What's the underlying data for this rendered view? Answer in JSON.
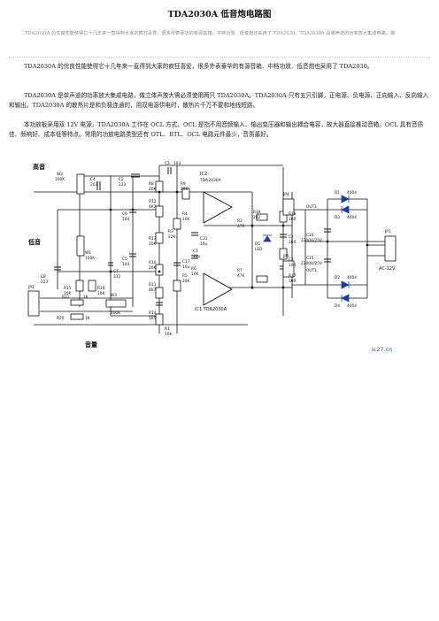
{
  "doc": {
    "title": "TDA2030A 低音炮电路图",
    "summary": "TDA2030A 的优良性能使得它十几年来一直得到大家的疯狂喜爱，很多外表豪华的有源音箱、中档功放、低音炮也采用了 TDA2030。TDA2030A 是单声道的功率放大集成电路。做",
    "paragraphs": [
      "TDA2030A 的优良性能使得它十几年来一直得到大家的疯狂喜爱，很多外表豪华的有源音箱、中档功放、低音炮也采用了 TDA2030。",
      "TDA2030A 是单声道的功率放大集成电路，做立体声放大需必须使用两只 TDA2030A。TDA2030A 只有五只引脚，正电源、负电源、正向输入、反向输入和输出。TDA2030A 的散热片是和负极连通的，用双电源供电时，散热片千万不要和地线短路。",
      "本功放板采用双 12V 电源，TDA2030A 工作在 OCL 方式。OCL 是指不用音频输入、输出变压器和输出耦合电容，故大器直接推动音箱。OCL 具有音质佳、频响好、成本低等特点。常用的功放电路类型还有 OTL、BTL、OCL 电路元件最少，音质最好。"
    ]
  },
  "schematic": {
    "labels": {
      "treble": "高音",
      "bass": "低音",
      "volume": "音量",
      "ic1": "IC1 TDA2030A",
      "ic2": "IC2",
      "ic2_part": "TDA2030A",
      "ac_in": "AC-12V",
      "watermark": "ic27.cn"
    },
    "components": {
      "w2": "W2",
      "w2v": "100K",
      "c4": "C4",
      "c4v": "203",
      "c2": "C2",
      "c2v": "223",
      "c3": "C3",
      "c3v": "103",
      "r8": "R8",
      "r8v": "20K",
      "r9": "R9",
      "r9v": "10K",
      "r12": "R12",
      "r12v": "4K7",
      "c6": "C6",
      "c6v": "104",
      "r13": "R13",
      "r13v": "10K",
      "r4": "R4",
      "r4v": "10K",
      "r3": "R3",
      "r3v": "22K",
      "c31": "C31",
      "c31v": "10u",
      "w1": "W1",
      "w1v": "100K",
      "c5": "C5",
      "c5v": "104",
      "r10": "R10",
      "r10v": "20K",
      "r11": "R11",
      "r11v": "4K7",
      "c8": "C8",
      "c8v": "223",
      "r15": "R15",
      "r15v": "10K",
      "r16": "R16",
      "r16v": "10K",
      "c7": "C7",
      "c7v": "332",
      "r14": "R14",
      "r14v": "1K5",
      "c17": "C17",
      "c17v": "10u",
      "c1": "C1",
      "c1v": "10u",
      "r5": "R5",
      "r5v": "20K",
      "r6": "R6",
      "r6v": "10K",
      "r7": "R7",
      "r7v": "47K",
      "r2": "R2",
      "r2v": "47K",
      "r19": "R19",
      "r19v": "2K2",
      "d5": "D5",
      "d5v": "LED",
      "r18": "R18",
      "r18v": "10R",
      "c2b": "C2",
      "c2bv": "104",
      "c2c": "C2",
      "c2cv": "104",
      "r17": "R17",
      "r17v": "10R",
      "jp4": "JP4",
      "out1": "OUT1",
      "jp5": "JP5",
      "out2": "OUT1",
      "jp3": "JP3",
      "jp1": "JP1",
      "w3": "W3",
      "w3v": "100K",
      "r21": "R21",
      "r21v": "1K",
      "r20": "R20",
      "r20v": "1K",
      "c16": "C16",
      "c16v": "2200U/25V",
      "c15": "C15",
      "c15v": "2200U/25V",
      "d1": "D1",
      "d1v": "4004",
      "d2": "D2",
      "d2v": "4004",
      "d3": "D3",
      "d3v": "4004",
      "d4": "D4",
      "d4v": "4004",
      "r1": "R1",
      "r1v": "10K"
    }
  }
}
